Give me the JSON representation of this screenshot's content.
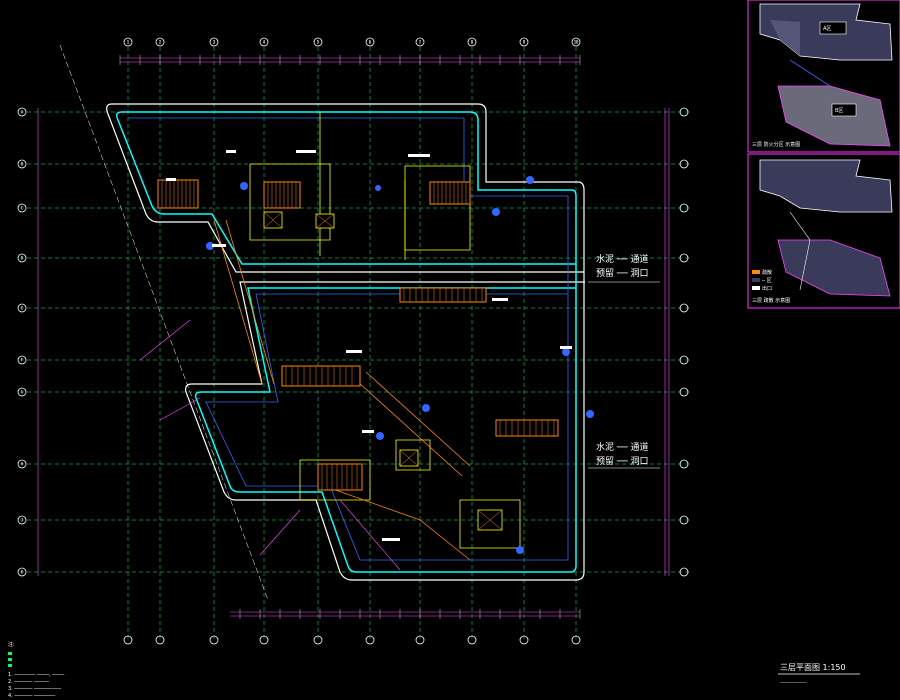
{
  "colors": {
    "background": "#000000",
    "grid": "#00ff66",
    "axis_dim": "#9999ff",
    "wall_cyan": "#00ffff",
    "wall_white": "#ffffff",
    "stair_orange": "#ff8800",
    "magenta": "#ff44ff",
    "yellow": "#ffff00",
    "blue": "#3366ff",
    "inset_frame": "#ff33ff"
  },
  "drawing": {
    "title": "三层平面图 1:150",
    "subtitle": "───────────",
    "notes": [
      "注:",
      "1. ─────── ────, ────",
      "2. ────── ─────",
      "3. ────── ─────────",
      "4. ────── ───────"
    ],
    "sidenote_upper": [
      "水泥 ── 通道",
      "预留 ── 洞口"
    ],
    "sidenote_lower": [
      "水泥 ── 通道",
      "预留 ── 洞口"
    ]
  },
  "inset_top": {
    "label": "三层 防火分区 示意图",
    "area_a": "A区",
    "area_b": "B区"
  },
  "inset_bottom": {
    "label": "三层 疏散 示意图",
    "legend": [
      "疏散",
      "─ 区",
      "出口"
    ]
  },
  "axes": {
    "columns": [
      "1",
      "2",
      "3",
      "4",
      "5",
      "6",
      "7",
      "8",
      "9",
      "10"
    ],
    "rows": [
      "A",
      "B",
      "C",
      "D",
      "E",
      "F",
      "G",
      "H",
      "J",
      "K"
    ]
  }
}
